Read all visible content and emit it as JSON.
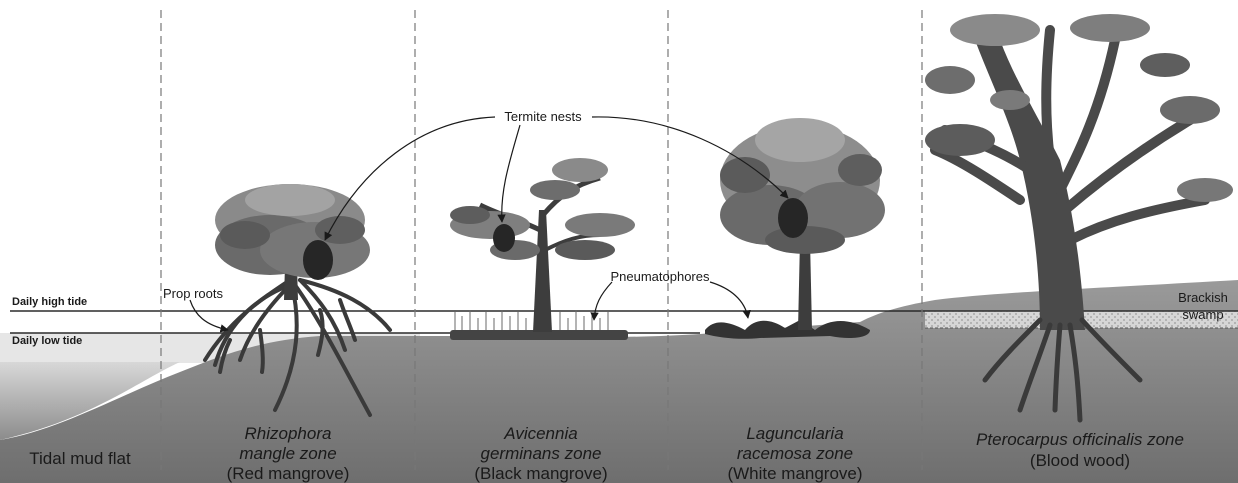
{
  "tides": {
    "high_label": "Daily high tide",
    "low_label": "Daily low tide"
  },
  "callouts": {
    "termite_nests": "Termite nests",
    "prop_roots": "Prop roots",
    "pneumatophores": "Pneumatophores",
    "brackish_line1": "Brackish",
    "brackish_line2": "swamp"
  },
  "zones": [
    {
      "name": "Tidal mud flat"
    },
    {
      "name_line1": "Rhizophora",
      "name_line2": "mangle zone",
      "common": "(Red mangrove)"
    },
    {
      "name_line1": "Avicennia",
      "name_line2": "germinans zone",
      "common": "(Black mangrove)"
    },
    {
      "name_line1": "Laguncularia",
      "name_line2": "racemosa zone",
      "common": "(White mangrove)"
    },
    {
      "name": "Pterocarpus officinalis zone",
      "common": "(Blood wood)"
    }
  ],
  "colors": {
    "ground": "#8e8e8e",
    "water": "#bdbdbd",
    "foliage_light": "#8a8a8a",
    "foliage_dark": "#4e4e4e",
    "trunk": "#3d3d3d",
    "nest": "#262626"
  }
}
